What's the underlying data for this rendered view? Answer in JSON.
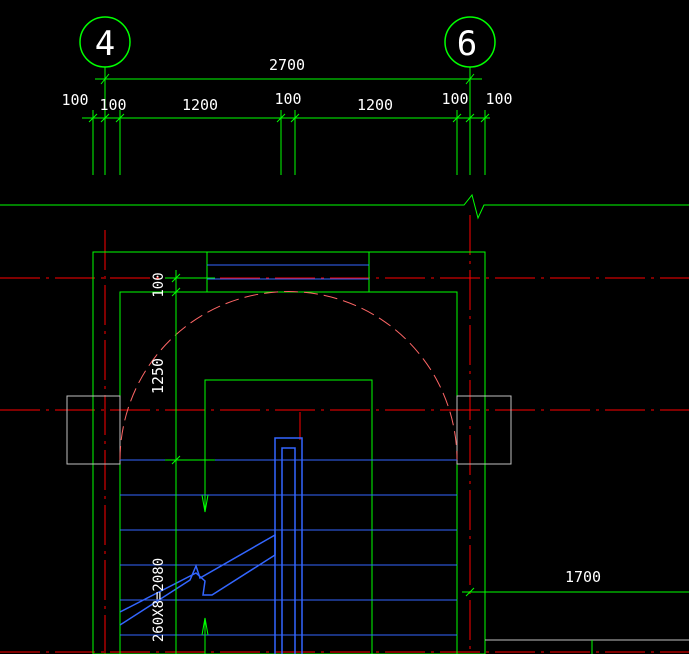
{
  "axes": [
    {
      "id": "axis-4",
      "label": "4"
    },
    {
      "id": "axis-6",
      "label": "6"
    }
  ],
  "dimensions": {
    "overall": "2700",
    "segments": [
      "100",
      "100",
      "1200",
      "100",
      "1200",
      "100",
      "100"
    ],
    "vertical_top": "100",
    "vertical_arc": "1250",
    "stair_run": "260X8=2080",
    "right_span": "1700"
  },
  "colors": {
    "background": "#000000",
    "dimension_line": "#00ff00",
    "axis_line": "#ff0000",
    "stair_line": "#3366ff",
    "outline": "#c0c0c0",
    "arc": "#ff6666",
    "text": "#ffffff"
  }
}
